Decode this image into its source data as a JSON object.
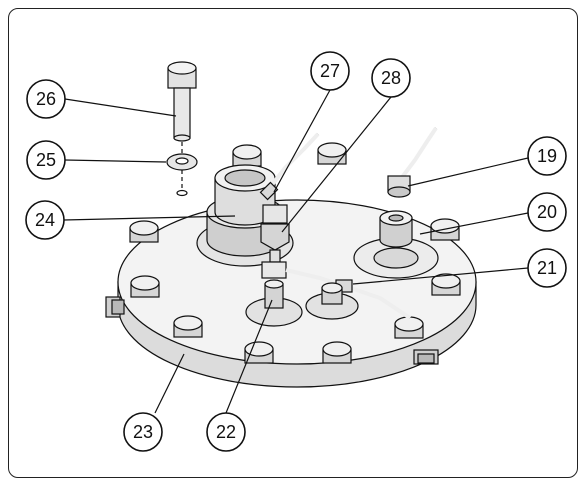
{
  "callouts": [
    {
      "id": "c19",
      "label": "19"
    },
    {
      "id": "c20",
      "label": "20"
    },
    {
      "id": "c21",
      "label": "21"
    },
    {
      "id": "c22",
      "label": "22"
    },
    {
      "id": "c23",
      "label": "23"
    },
    {
      "id": "c24",
      "label": "24"
    },
    {
      "id": "c25",
      "label": "25"
    },
    {
      "id": "c26",
      "label": "26"
    },
    {
      "id": "c27",
      "label": "27"
    },
    {
      "id": "c28",
      "label": "28"
    }
  ],
  "colors": {
    "stroke": "#111111",
    "fill_light": "#ececec",
    "fill_mid": "#d6d6d6",
    "fill_dark": "#b9b9b9"
  }
}
